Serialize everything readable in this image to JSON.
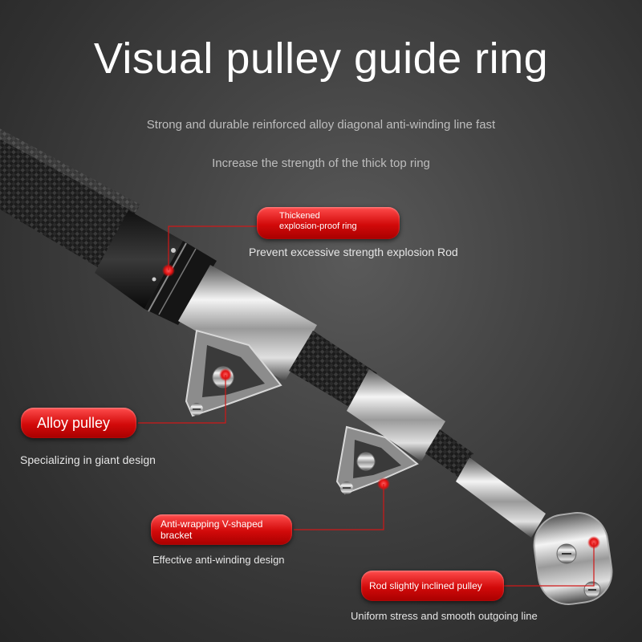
{
  "title": "Visual pulley guide ring",
  "subtitle_1": "Strong and durable reinforced alloy diagonal anti-winding line fast",
  "subtitle_2": "Increase the strength of the thick top ring",
  "callouts": {
    "ring": {
      "label_1": "Thickened",
      "label_2": "explosion-proof ring",
      "caption": "Prevent excessive strength explosion Rod"
    },
    "pulley": {
      "label": "Alloy pulley",
      "caption": "Specializing in giant design"
    },
    "bracket": {
      "label_1": "Anti-wrapping V-shaped",
      "label_2": "bracket",
      "caption": "Effective anti-winding design"
    },
    "tip": {
      "label": "Rod slightly inclined pulley",
      "caption": "Uniform stress and smooth outgoing line"
    }
  },
  "colors": {
    "accent_red": "#e01010",
    "background": "#3a3a3a",
    "title_text": "#ffffff"
  }
}
